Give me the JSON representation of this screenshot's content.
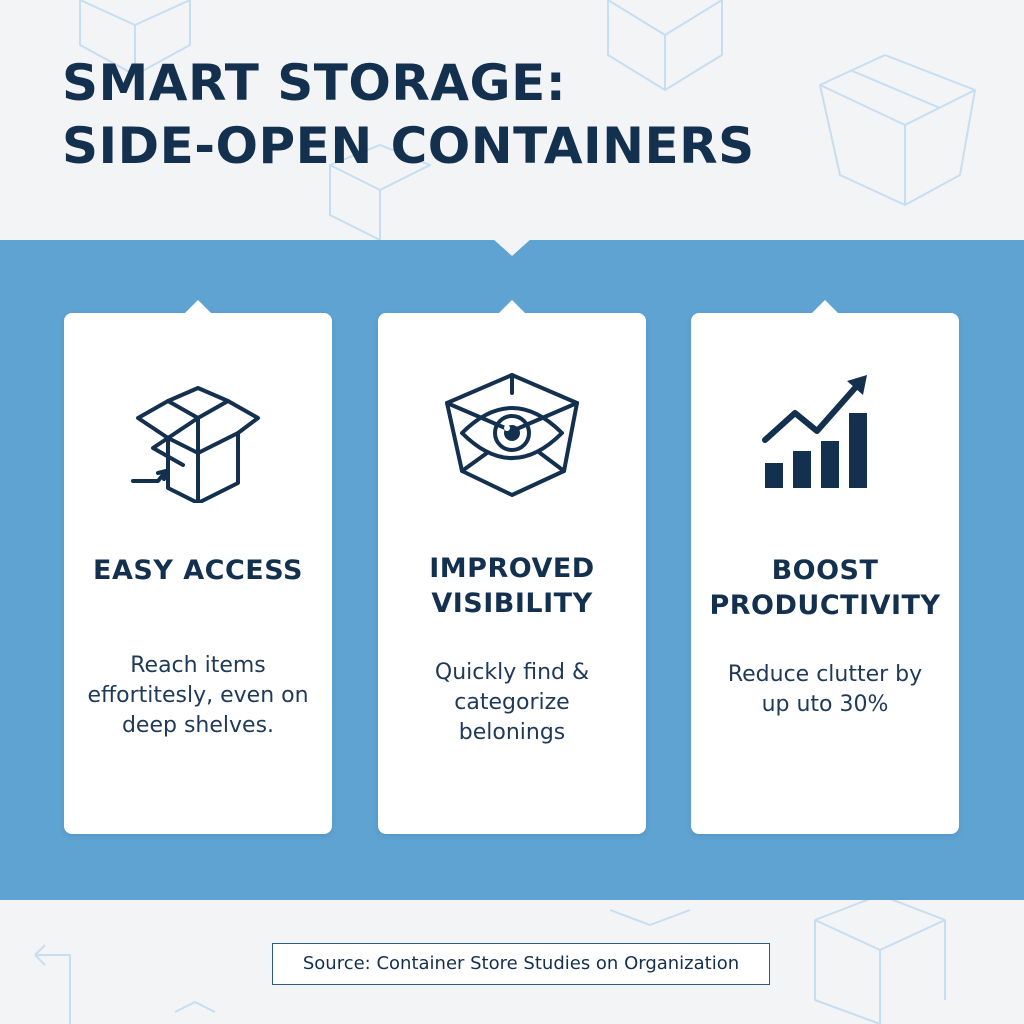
{
  "header": {
    "title_line1": "SMART STORAGE:",
    "title_line2": "SIDE-OPEN CONTAINERS"
  },
  "cards": [
    {
      "icon": "open-box-arrow-icon",
      "heading": "EASY ACCESS",
      "text_lines": [
        "Reach items",
        "effortitesly, even on",
        "deep shelves."
      ]
    },
    {
      "icon": "box-eye-icon",
      "heading_lines": [
        "IMPROVED",
        "VISIBILITY"
      ],
      "text_lines": [
        "Quickly find &",
        "categorize",
        "belonings"
      ]
    },
    {
      "icon": "growth-chart-icon",
      "heading_lines": [
        "BOOST",
        "PRODUCTIVITY"
      ],
      "text_lines": [
        "Reduce clutter by",
        "up uto 30%"
      ]
    }
  ],
  "footer": {
    "source": "Source: Container Store Studies on Organization"
  },
  "colors": {
    "navy": "#14304f",
    "band_blue": "#5fa3d3",
    "background": "#f3f4f6",
    "deco_line": "#bcd8ee"
  }
}
